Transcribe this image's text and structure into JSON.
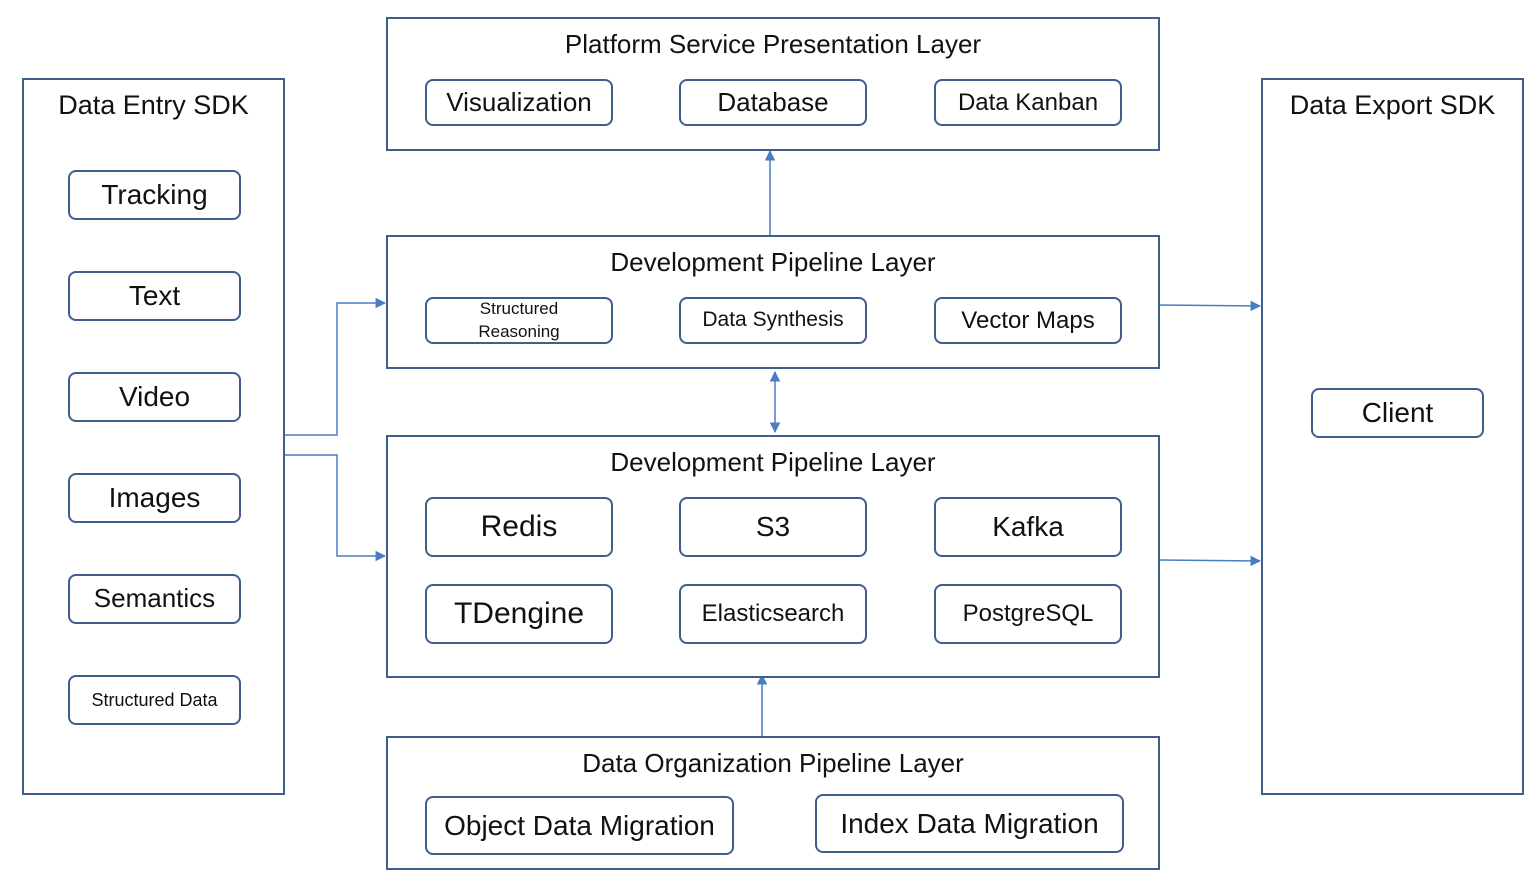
{
  "entry_sdk": {
    "title": "Data Entry SDK",
    "items": [
      "Tracking",
      "Text",
      "Video",
      "Images",
      "Semantics",
      "Structured Data"
    ]
  },
  "presentation_layer": {
    "title": "Platform Service Presentation Layer",
    "items": [
      "Visualization",
      "Database",
      "Data Kanban"
    ]
  },
  "dev_pipeline_top": {
    "title": "Development Pipeline Layer",
    "items": [
      "Structured",
      "Reasoning",
      "Data Synthesis",
      "Vector Maps"
    ]
  },
  "dev_pipeline_bottom": {
    "title": "Development Pipeline Layer",
    "items": [
      "Redis",
      "S3",
      "Kafka",
      "TDengine",
      "Elasticsearch",
      "PostgreSQL"
    ]
  },
  "organization_layer": {
    "title": "Data Organization Pipeline Layer",
    "items": [
      "Object Data Migration",
      "Index Data Migration"
    ]
  },
  "export_sdk": {
    "title": "Data Export SDK",
    "items": [
      "Client"
    ]
  },
  "colors": {
    "border": "#3f5e8c",
    "arrow": "#4a7cc4",
    "text": "#111111"
  }
}
